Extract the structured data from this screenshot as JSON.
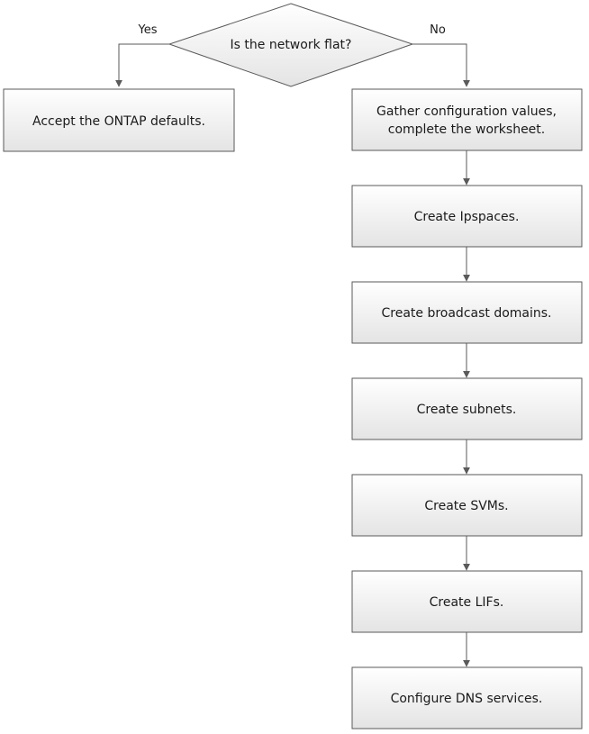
{
  "decision": {
    "question": "Is the network flat?",
    "yes_label": "Yes",
    "no_label": "No"
  },
  "yes_branch": {
    "step": "Accept the ONTAP defaults."
  },
  "no_branch": {
    "steps": [
      [
        "Gather configuration values,",
        "complete the worksheet."
      ],
      [
        "Create Ipspaces."
      ],
      [
        "Create broadcast domains."
      ],
      [
        "Create subnets."
      ],
      [
        "Create SVMs."
      ],
      [
        "Create LIFs."
      ],
      [
        "Configure DNS services."
      ]
    ]
  },
  "colors": {
    "box_fill_top": "#ffffff",
    "box_fill_bottom": "#e4e4e4",
    "stroke": "#5a5a5a",
    "text": "#1a1a1a"
  }
}
